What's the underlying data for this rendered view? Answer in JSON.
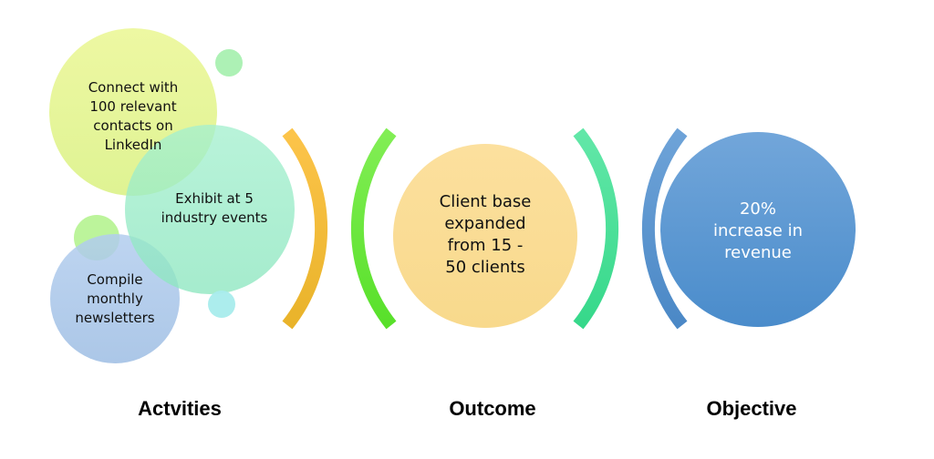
{
  "activities": {
    "items": [
      {
        "text": "Connect with 100 relevant contacts on LinkedIn",
        "lines": [
          "Connect with",
          "100 relevant",
          "contacts on",
          "LinkedIn"
        ],
        "color": "#e6f590"
      },
      {
        "text": "Exhibit at 5 industry events",
        "lines": [
          "Exhibit at 5",
          "industry events"
        ],
        "color": "#8fe8c0"
      },
      {
        "text": "Compile monthly newsletters",
        "lines": [
          "Compile",
          "monthly",
          "newsletters"
        ],
        "color": "#a6c4e6"
      }
    ]
  },
  "outcome": {
    "lines": [
      "Client base",
      "expanded",
      "from 15 -",
      "50 clients"
    ],
    "color": "#fbdc90"
  },
  "objective": {
    "lines": [
      "20%",
      "increase in",
      "revenue"
    ],
    "color": "#5b9bd5"
  },
  "labels": {
    "activities": "Actvities",
    "outcome": "Outcome",
    "objective": "Objective"
  },
  "colors": {
    "bracket_orange": "#f8c03a",
    "bracket_green": "#6ee63c",
    "bracket_teal": "#44dd99",
    "bracket_blue": "#5590cc"
  }
}
